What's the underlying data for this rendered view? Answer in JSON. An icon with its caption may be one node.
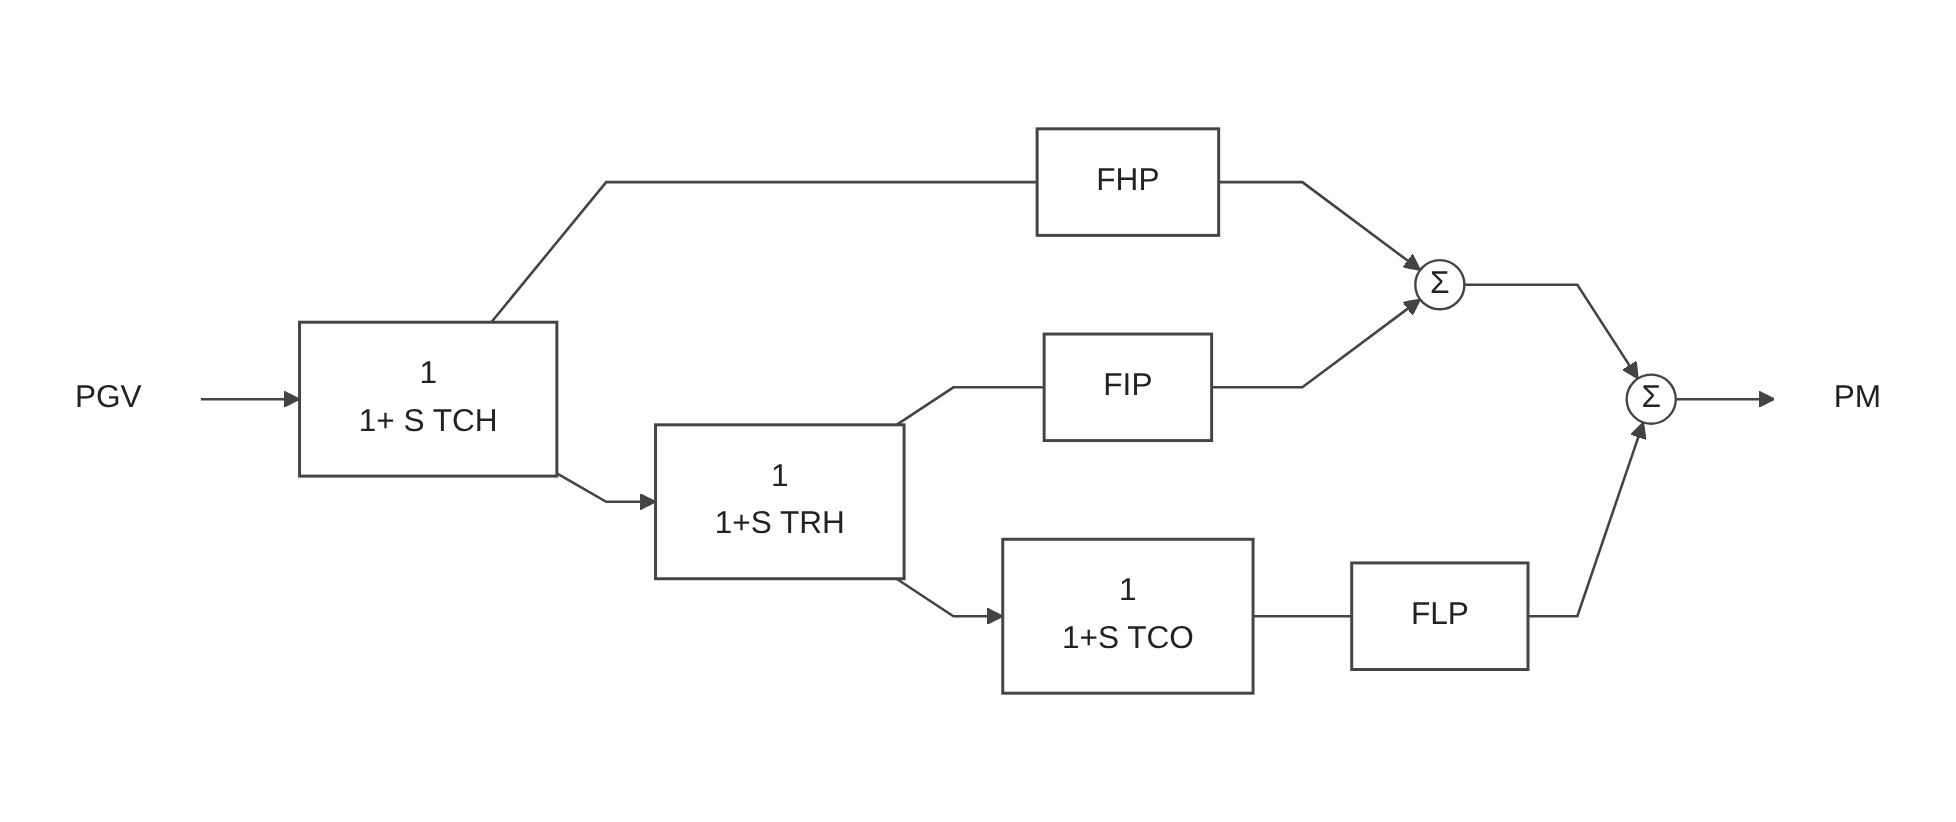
{
  "diagram": {
    "nodes": [
      {
        "text": [
          "PGV"
        ]
      },
      {
        "text": [
          "1",
          "1+ S TCH"
        ]
      },
      {
        "text": [
          "1",
          "1+S TRH"
        ]
      },
      {
        "text": [
          "1",
          "1+S TCO"
        ]
      },
      {
        "text": [
          "FHP"
        ]
      },
      {
        "text": [
          "FIP"
        ]
      },
      {
        "text": [
          "FLP"
        ]
      },
      {
        "text": [
          "Σ"
        ]
      },
      {
        "text": [
          "Σ"
        ]
      },
      {
        "text": [
          "PM"
        ]
      }
    ],
    "edges": [
      {
        "from": 0,
        "to": 1,
        "arrow": "to"
      },
      {
        "from": 1,
        "to": 2,
        "arrow": "to"
      },
      {
        "from": 1,
        "to": 4,
        "arrow": "none"
      },
      {
        "from": 4,
        "to": 7,
        "arrow": "to"
      },
      {
        "from": 2,
        "to": 3,
        "arrow": "to"
      },
      {
        "from": 2,
        "to": 5,
        "arrow": "none"
      },
      {
        "from": 5,
        "to": 7,
        "arrow": "to"
      },
      {
        "from": 7,
        "to": 8,
        "arrow": "to"
      },
      {
        "from": 3,
        "to": 6,
        "arrow": "none"
      },
      {
        "from": 6,
        "to": 8,
        "arrow": "to"
      },
      {
        "from": 8,
        "to": 9,
        "arrow": "to"
      }
    ]
  }
}
